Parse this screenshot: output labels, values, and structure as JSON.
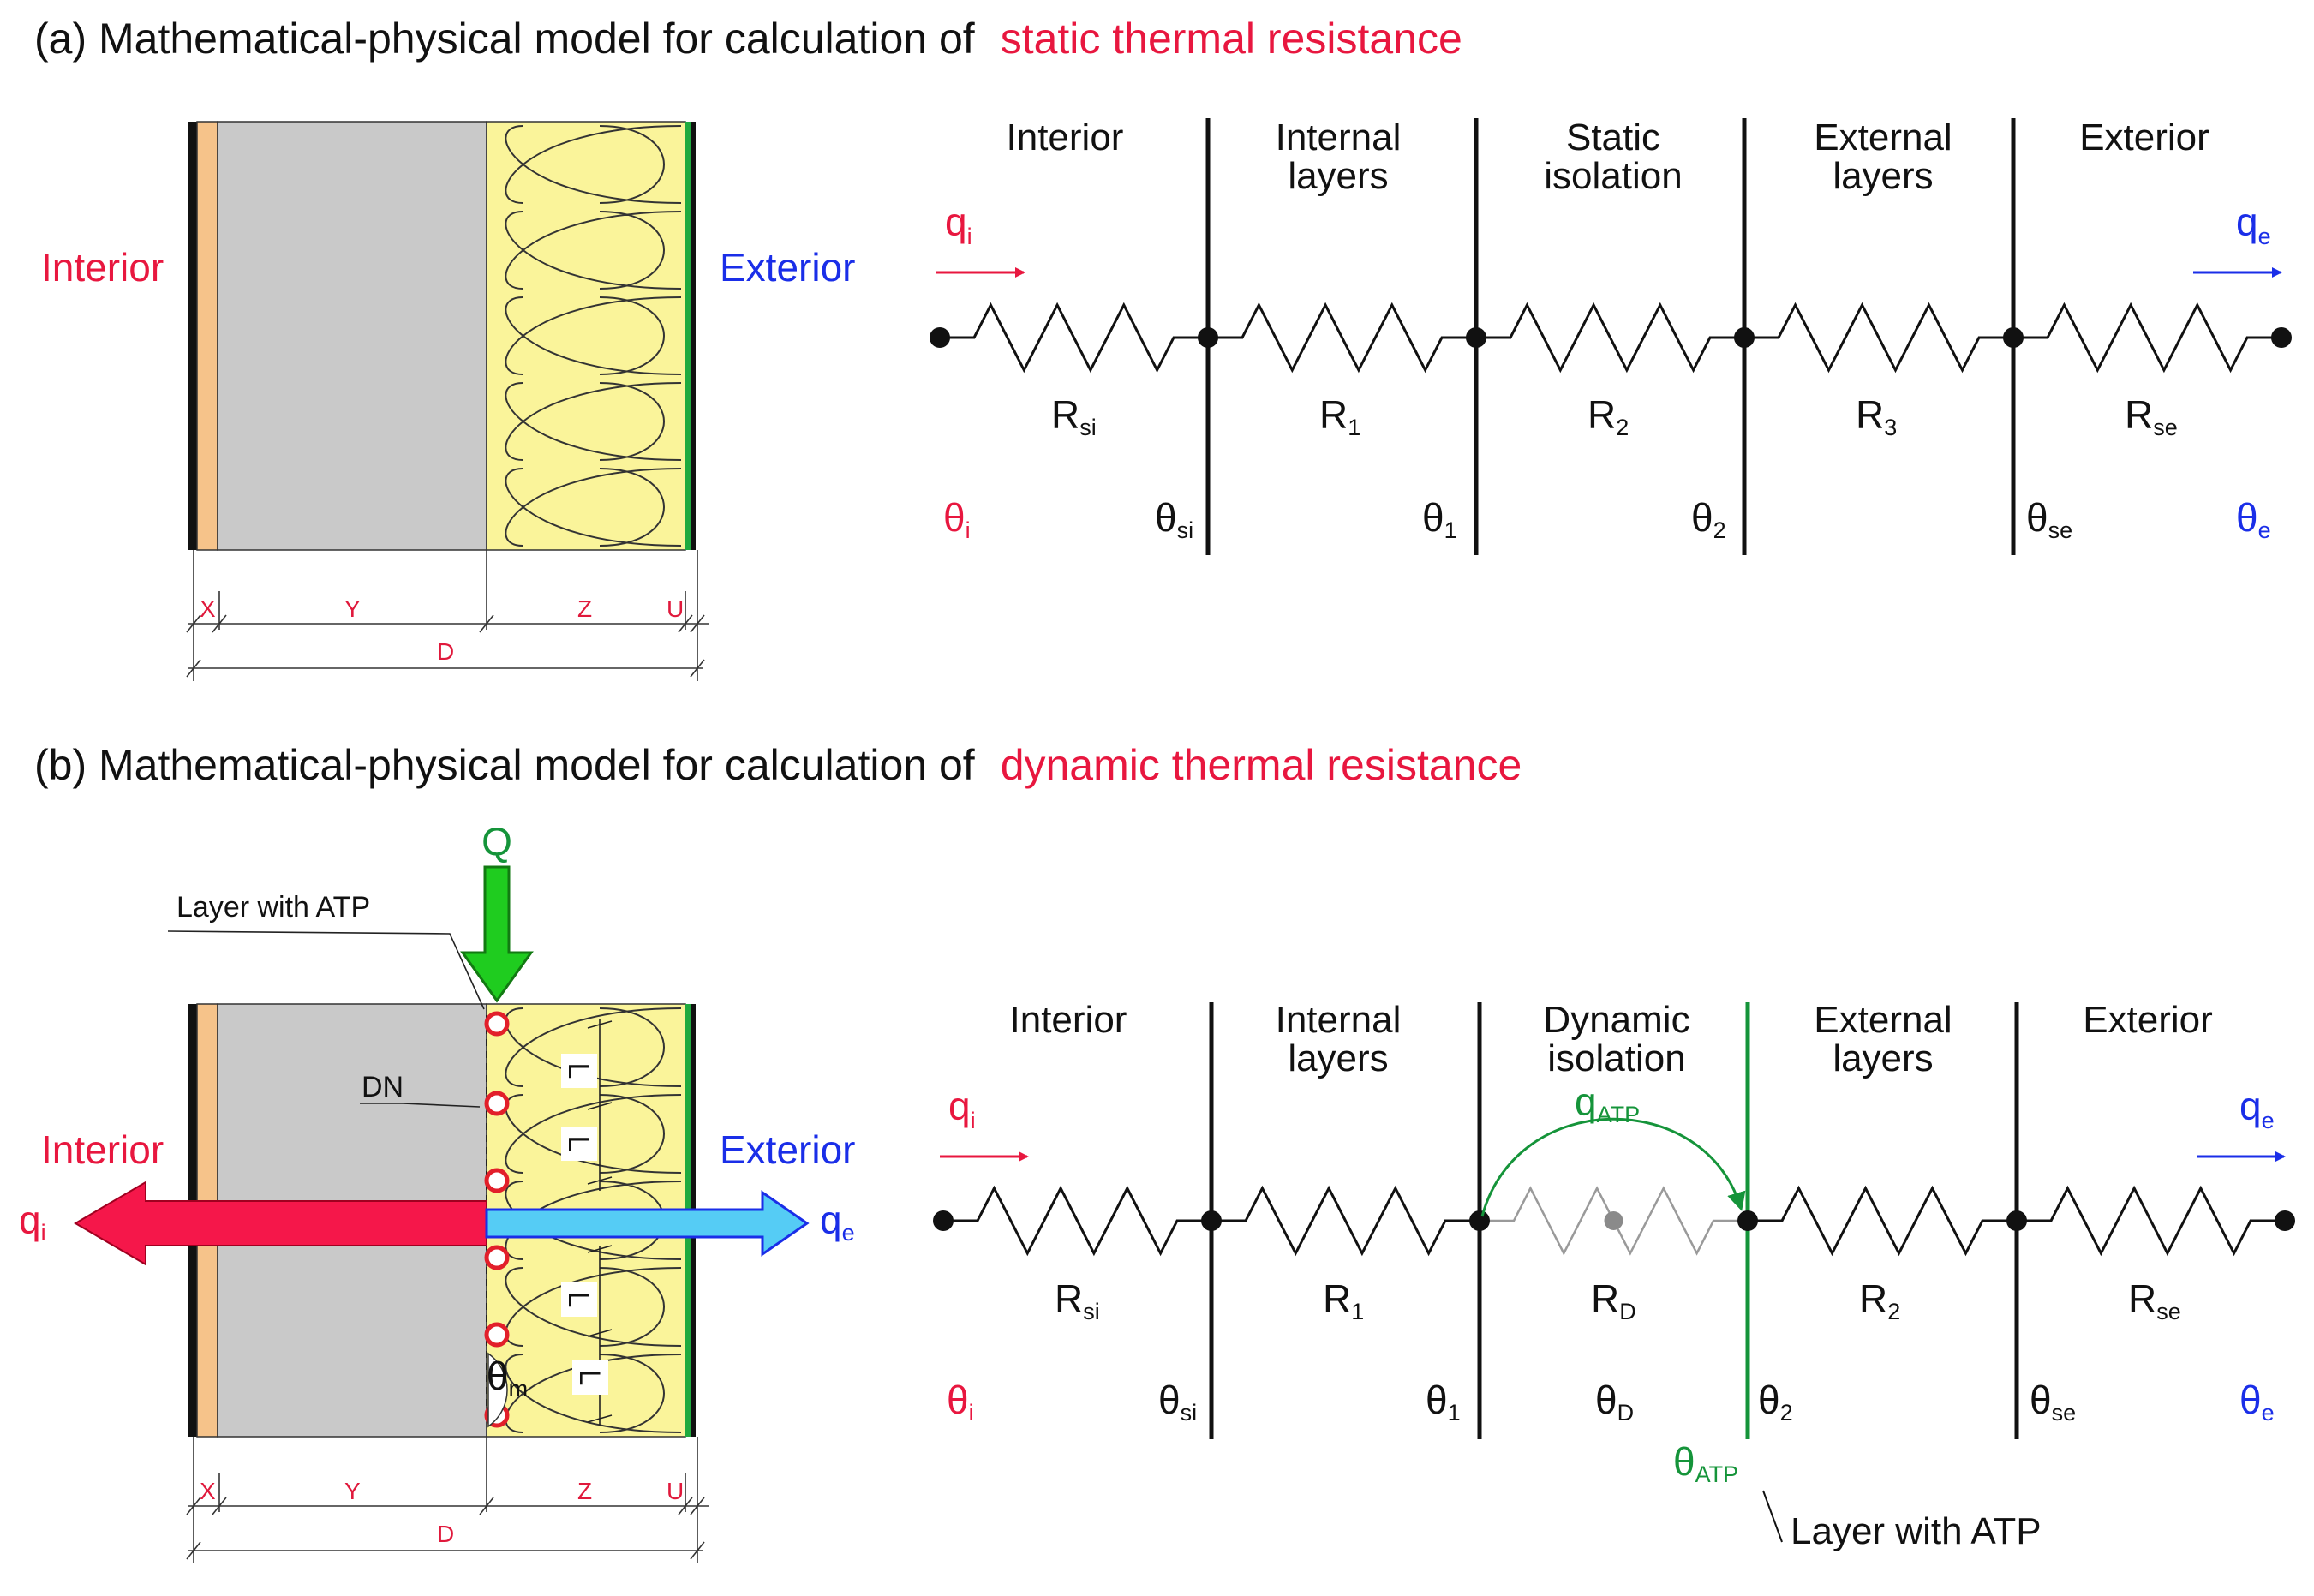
{
  "colors": {
    "interior": "#e8173f",
    "exterior": "#1a2ee8",
    "green": "#15943a",
    "insulation": "#faf49a",
    "masonry": "#c9c9c9",
    "plaster": "#f6c38a",
    "cyan": "#55ccf5"
  },
  "panel_a": {
    "title_prefix": "(a)  Mathematical-physical model for calculation of",
    "title_highlight": "static thermal resistance",
    "wall": {
      "interior": "Interior",
      "exterior": "Exterior",
      "dims": [
        "X",
        "Y",
        "Z",
        "U"
      ],
      "total": "D"
    },
    "network": {
      "zones": [
        "Interior",
        "Internal",
        "layers",
        "Static",
        "isolation",
        "External",
        "layers",
        "Exterior"
      ],
      "q_left": {
        "main": "q",
        "sub": "i"
      },
      "q_right": {
        "main": "q",
        "sub": "e"
      },
      "resistors": [
        {
          "main": "R",
          "sub": "si"
        },
        {
          "main": "R",
          "sub": "1"
        },
        {
          "main": "R",
          "sub": "2"
        },
        {
          "main": "R",
          "sub": "3"
        },
        {
          "main": "R",
          "sub": "se"
        }
      ],
      "temperatures": [
        {
          "main": "θ",
          "sub": "i"
        },
        {
          "main": "θ",
          "sub": "si"
        },
        {
          "main": "θ",
          "sub": "1"
        },
        {
          "main": "θ",
          "sub": "2"
        },
        {
          "main": "θ",
          "sub": "se"
        },
        {
          "main": "θ",
          "sub": "e"
        }
      ]
    }
  },
  "panel_b": {
    "title_prefix": "(b)  Mathematical-physical model for calculation of",
    "title_highlight": "dynamic thermal resistance",
    "wall": {
      "interior": "Interior",
      "exterior": "Exterior",
      "Q": "Q",
      "layer_atp": "Layer with ATP",
      "dn": "DN",
      "l": "L",
      "theta_m": {
        "main": "θ",
        "sub": "m"
      },
      "q_i": {
        "main": "q",
        "sub": "i"
      },
      "q_e": {
        "main": "q",
        "sub": "e"
      },
      "dims": [
        "X",
        "Y",
        "Z",
        "U"
      ],
      "total": "D"
    },
    "network": {
      "zones": [
        "Interior",
        "Internal",
        "layers",
        "Dynamic",
        "isolation",
        "External",
        "layers",
        "Exterior"
      ],
      "q_left": {
        "main": "q",
        "sub": "i"
      },
      "q_right": {
        "main": "q",
        "sub": "e"
      },
      "q_atp": {
        "main": "q",
        "sub": "ATP"
      },
      "resistors": [
        {
          "main": "R",
          "sub": "si"
        },
        {
          "main": "R",
          "sub": "1"
        },
        {
          "main": "R",
          "sub": "D"
        },
        {
          "main": "R",
          "sub": "2"
        },
        {
          "main": "R",
          "sub": "se"
        }
      ],
      "temperatures": [
        {
          "main": "θ",
          "sub": "i"
        },
        {
          "main": "θ",
          "sub": "si"
        },
        {
          "main": "θ",
          "sub": "1"
        },
        {
          "main": "θ",
          "sub": "D"
        },
        {
          "main": "θ",
          "sub": "2"
        },
        {
          "main": "θ",
          "sub": "se"
        },
        {
          "main": "θ",
          "sub": "e"
        }
      ],
      "theta_atp": {
        "main": "θ",
        "sub": "ATP"
      },
      "layer_atp": "Layer with ATP"
    }
  }
}
